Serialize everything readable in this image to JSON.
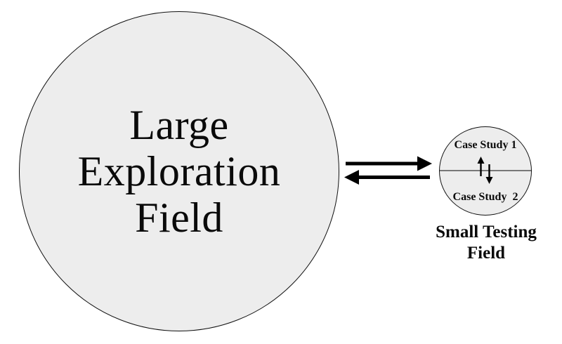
{
  "large_circle": {
    "lines": [
      "Large",
      "Exploration",
      "Field"
    ],
    "fill": "#ededed",
    "stroke": "#111111"
  },
  "exchange_arrows": {
    "color": "#000000",
    "icons": [
      "right-arrow-icon",
      "left-arrow-icon"
    ]
  },
  "small_circle": {
    "fill": "#ededed",
    "stroke": "#111111",
    "top_label": "Case Study 1",
    "bottom_label": "Case Study  2",
    "divider_color": "#333333",
    "inner_icons": [
      "up-arrow-icon",
      "down-arrow-icon"
    ],
    "caption_lines": [
      "Small Testing",
      "Field"
    ]
  }
}
